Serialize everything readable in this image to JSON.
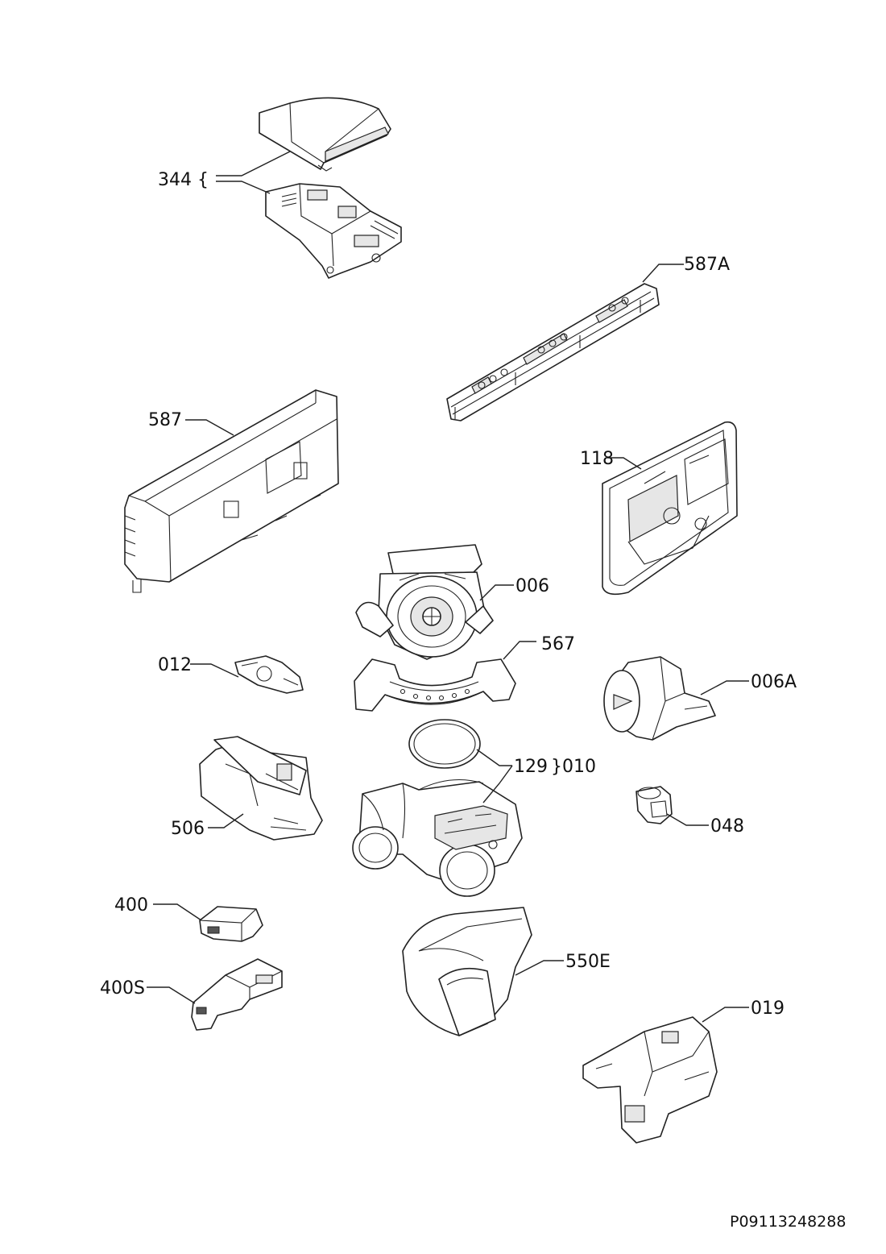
{
  "diagram": {
    "callouts": [
      {
        "id": "344",
        "label": "344 {"
      },
      {
        "id": "587A",
        "label": "587A"
      },
      {
        "id": "587",
        "label": "587"
      },
      {
        "id": "118",
        "label": "118"
      },
      {
        "id": "006",
        "label": "006"
      },
      {
        "id": "567",
        "label": "567"
      },
      {
        "id": "012",
        "label": "012"
      },
      {
        "id": "006A",
        "label": "006A"
      },
      {
        "id": "129",
        "label": "129"
      },
      {
        "id": "010",
        "label": "}010"
      },
      {
        "id": "048",
        "label": "048"
      },
      {
        "id": "506",
        "label": "506"
      },
      {
        "id": "400",
        "label": "400"
      },
      {
        "id": "550E",
        "label": "550E"
      },
      {
        "id": "400S",
        "label": "400S"
      },
      {
        "id": "019",
        "label": "019"
      }
    ],
    "reference": "P09113248288"
  }
}
